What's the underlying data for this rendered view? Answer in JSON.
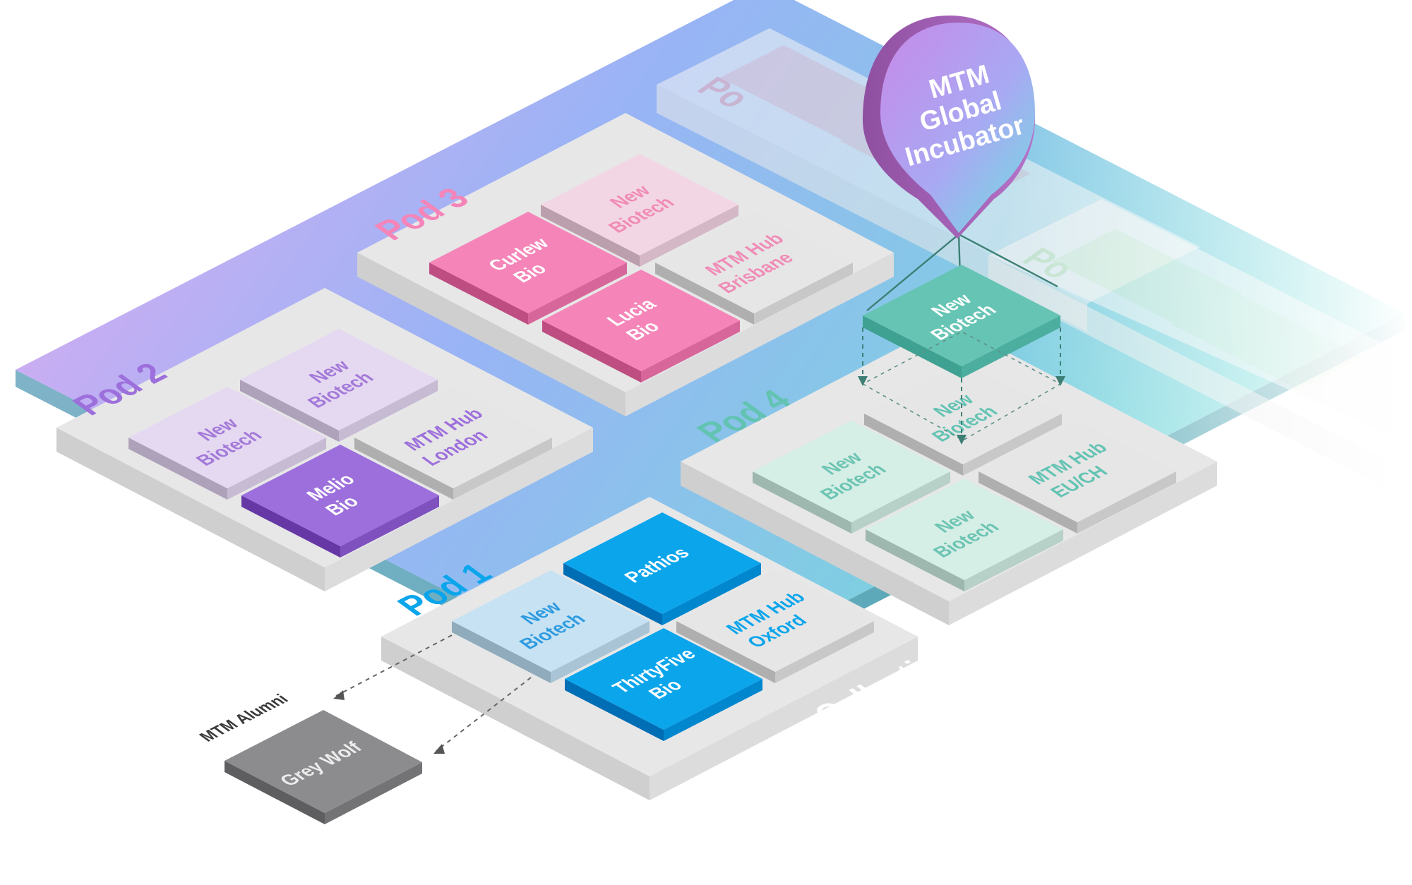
{
  "incubator": {
    "line1": "MTM",
    "line2": "Global",
    "line3": "Incubator"
  },
  "platform_label": "Collective Intelligence",
  "colors": {
    "pod1": "#0ba5ec",
    "pod2": "#9d6fdc",
    "pod3": "#f585b8",
    "pod4": "#63c3b3",
    "alumni": "#8c8c8f"
  },
  "pods": {
    "pod1": {
      "title": "Pod 1",
      "tiles": [
        {
          "name": "New Biotech",
          "line1": "New",
          "line2": "Biotech"
        },
        {
          "name": "Pathios",
          "line1": "Pathios",
          "line2": ""
        },
        {
          "name": "MTM Hub Oxford",
          "line1": "MTM Hub",
          "line2": "Oxford"
        },
        {
          "name": "ThirtyFive Bio",
          "line1": "ThirtyFive",
          "line2": "Bio"
        }
      ]
    },
    "pod2": {
      "title": "Pod 2",
      "tiles": [
        {
          "name": "New Biotech",
          "line1": "New",
          "line2": "Biotech"
        },
        {
          "name": "New Biotech",
          "line1": "New",
          "line2": "Biotech"
        },
        {
          "name": "MTM Hub London",
          "line1": "MTM Hub",
          "line2": "London"
        },
        {
          "name": "Melio Bio",
          "line1": "Melio",
          "line2": "Bio"
        }
      ]
    },
    "pod3": {
      "title": "Pod 3",
      "tiles": [
        {
          "name": "Curlew Bio",
          "line1": "Curlew",
          "line2": "Bio"
        },
        {
          "name": "New Biotech",
          "line1": "New",
          "line2": "Biotech"
        },
        {
          "name": "MTM Hub Brisbane",
          "line1": "MTM Hub",
          "line2": "Brisbane"
        },
        {
          "name": "Lucia Bio",
          "line1": "Lucia",
          "line2": "Bio"
        }
      ]
    },
    "pod4": {
      "title": "Pod 4",
      "tiles": [
        {
          "name": "New Biotech",
          "line1": "New",
          "line2": "Biotech"
        },
        {
          "name": "New Biotech",
          "line1": "New",
          "line2": "Biotech"
        },
        {
          "name": "MTM Hub EU/CH",
          "line1": "MTM Hub",
          "line2": "EU/CH"
        },
        {
          "name": "New Biotech",
          "line1": "New",
          "line2": "Biotech"
        }
      ]
    }
  },
  "floating_tile": {
    "line1": "New",
    "line2": "Biotech"
  },
  "alumni": {
    "label": "MTM Alumni",
    "tile": "Grey Wolf"
  },
  "faded_pods": {
    "top_label": "Po",
    "right_label": "Po"
  }
}
